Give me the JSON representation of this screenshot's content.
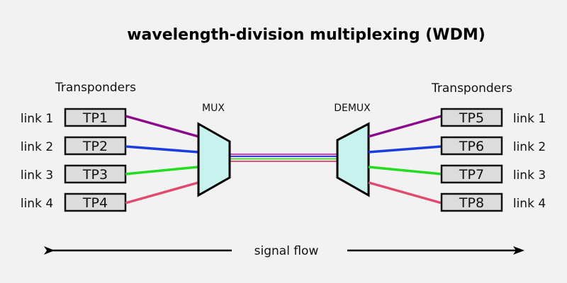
{
  "title": "wavelength-division multiplexing (WDM)",
  "left_group": {
    "heading": "Transponders",
    "links": [
      {
        "label": "link 1",
        "tp": "TP1"
      },
      {
        "label": "link 2",
        "tp": "TP2"
      },
      {
        "label": "link 3",
        "tp": "TP3"
      },
      {
        "label": "link 4",
        "tp": "TP4"
      }
    ]
  },
  "right_group": {
    "heading": "Transponders",
    "links": [
      {
        "label": "link 1",
        "tp": "TP5"
      },
      {
        "label": "link 2",
        "tp": "TP6"
      },
      {
        "label": "link 3",
        "tp": "TP7"
      },
      {
        "label": "link 4",
        "tp": "TP8"
      }
    ]
  },
  "mux_label": "MUX",
  "demux_label": "DEMUX",
  "signal_flow_label": "signal flow",
  "colors": {
    "channel_1": "#8b0a8b",
    "channel_2": "#1a3de0",
    "channel_3": "#22dd22",
    "channel_4": "#e04a6e",
    "mux_fill": "#c8f2ee",
    "tp_fill": "#dcdcdc",
    "background": "#f2f2f2"
  }
}
